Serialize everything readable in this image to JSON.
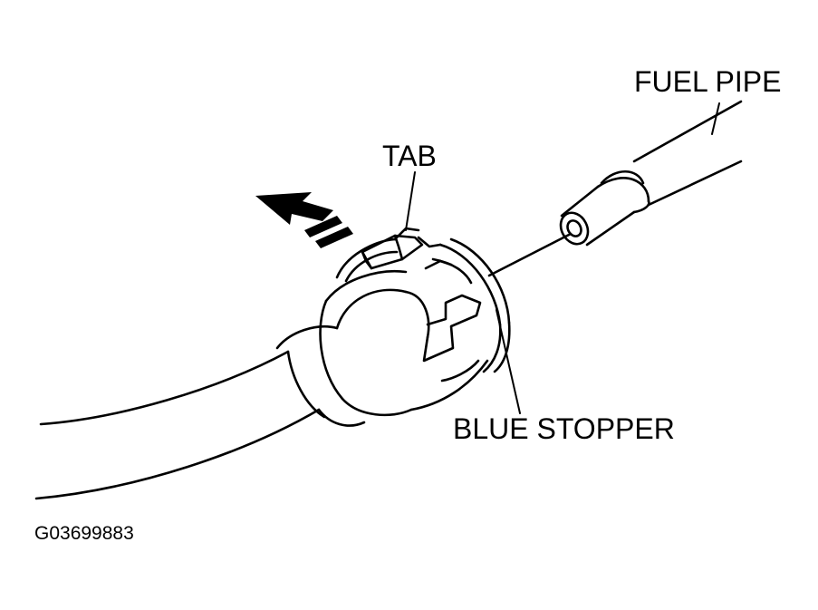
{
  "labels": {
    "fuel_pipe": "FUEL PIPE",
    "tab": "TAB",
    "blue_stopper": "BLUE STOPPER",
    "figure_code": "G03699883"
  },
  "colors": {
    "line": "#000000",
    "background": "#ffffff"
  }
}
